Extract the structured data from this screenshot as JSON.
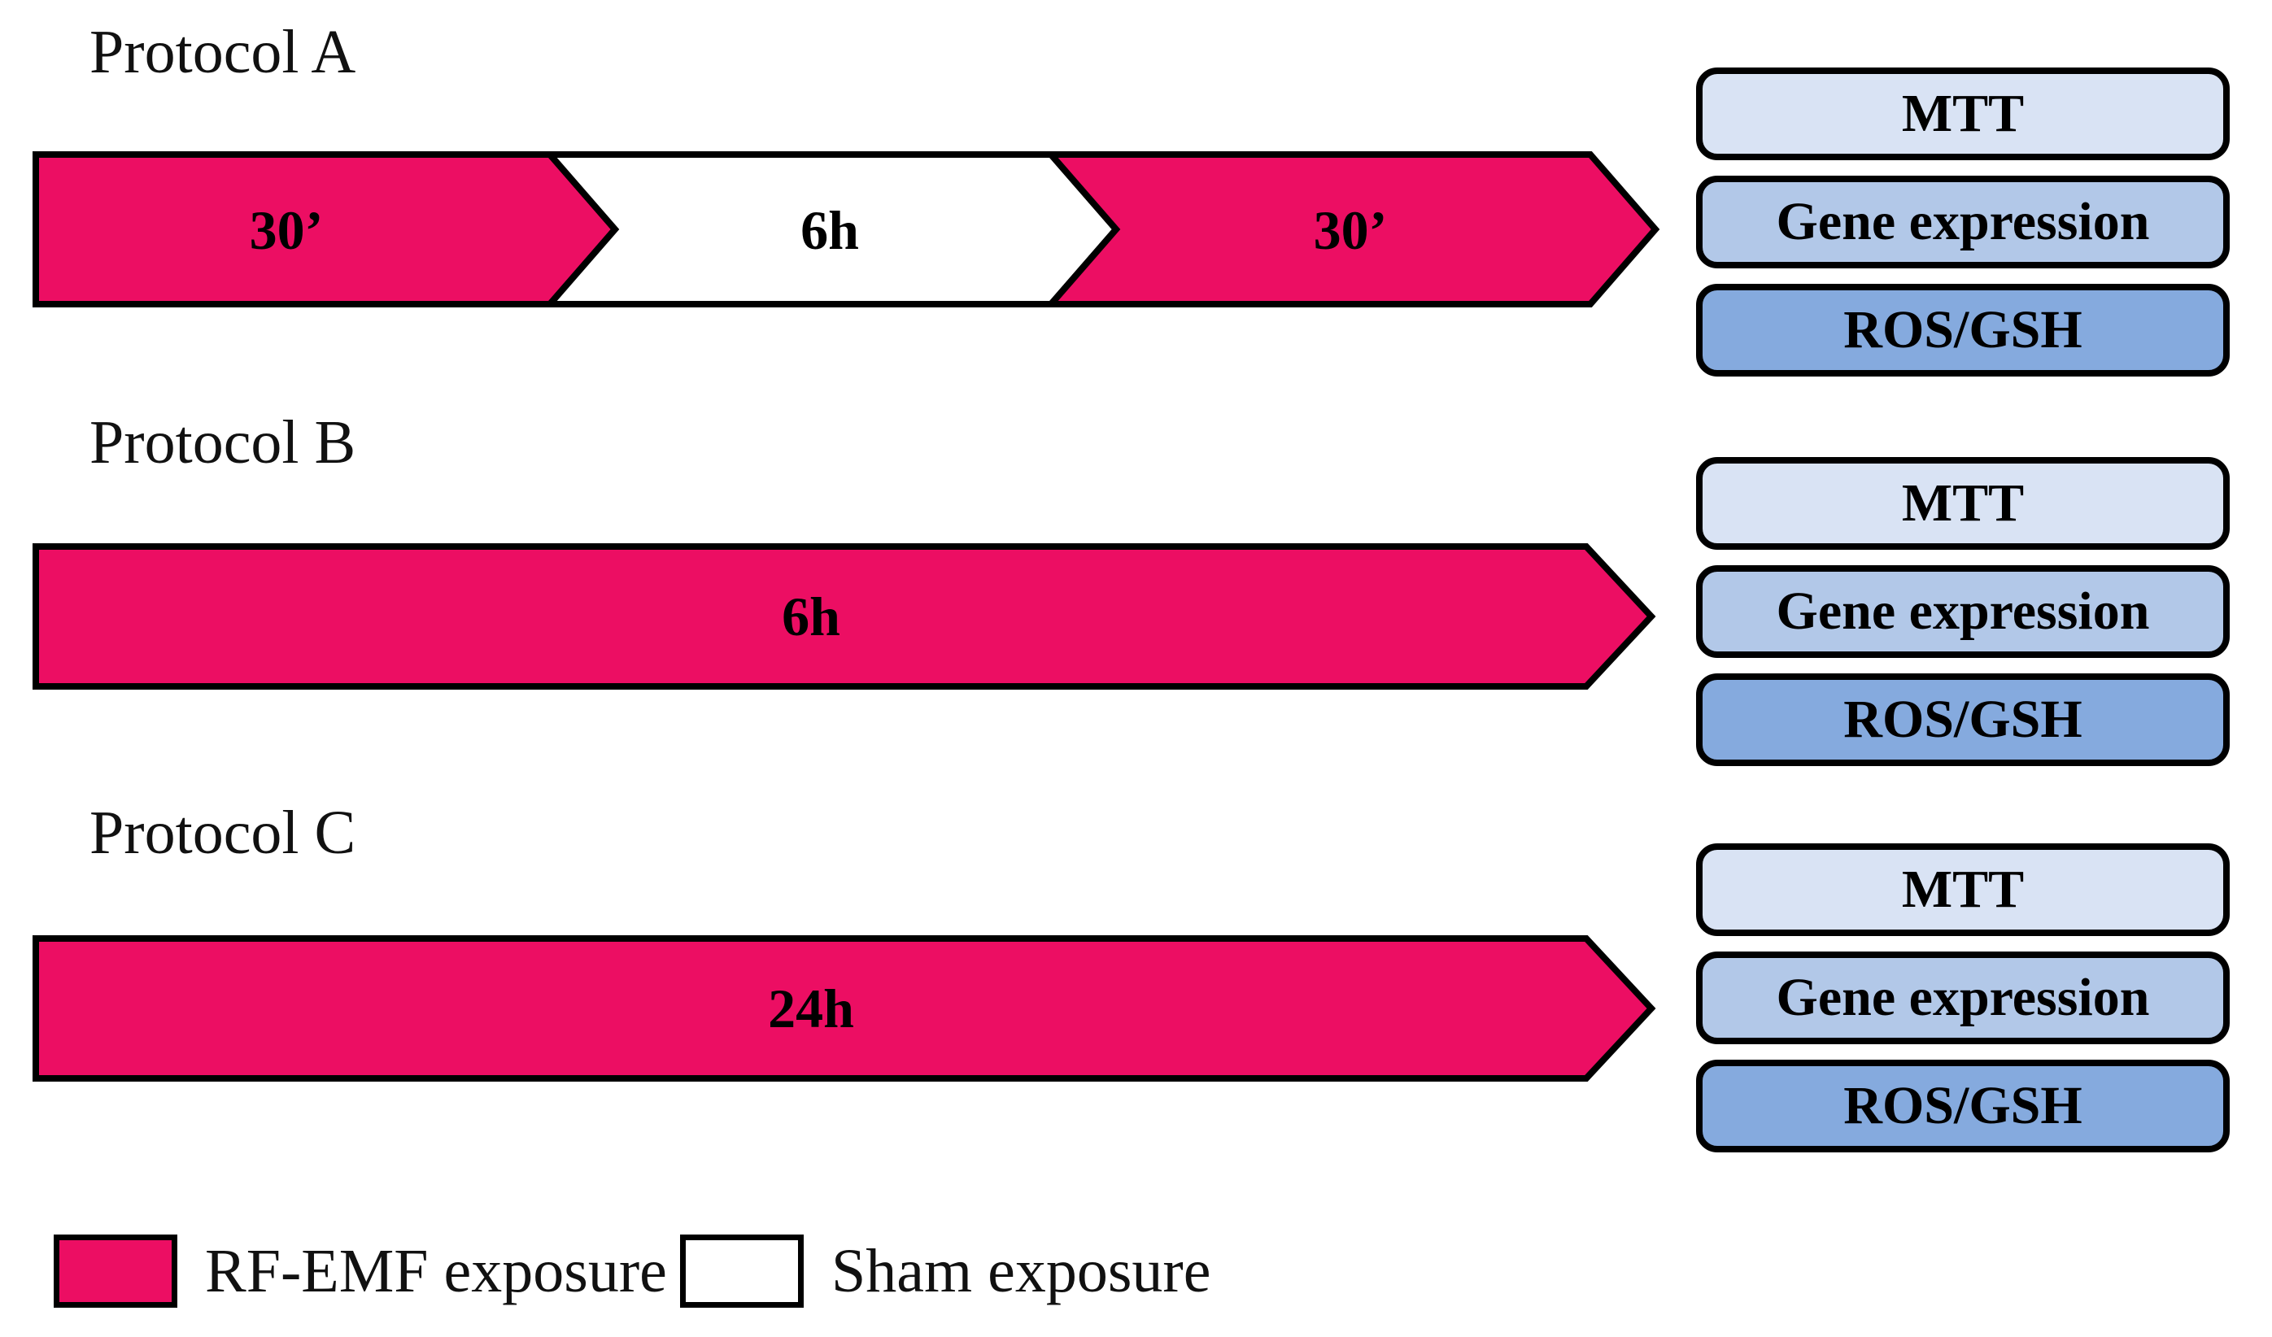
{
  "colors": {
    "rf_emf": "#EC0E63",
    "sham": "#FFFFFF",
    "outline": "#000000",
    "box_mtt": "#D9E3F4",
    "box_gene": "#B2C8E8",
    "box_ros": "#85AADE"
  },
  "protocols": [
    {
      "label": "Protocol A",
      "segments": [
        {
          "label": "30’",
          "type": "rf_emf"
        },
        {
          "label": "6h",
          "type": "sham"
        },
        {
          "label": "30’",
          "type": "rf_emf"
        }
      ],
      "assays": [
        "MTT",
        "Gene expression",
        "ROS/GSH"
      ]
    },
    {
      "label": "Protocol B",
      "segments": [
        {
          "label": "6h",
          "type": "rf_emf"
        }
      ],
      "assays": [
        "MTT",
        "Gene expression",
        "ROS/GSH"
      ]
    },
    {
      "label": "Protocol C",
      "segments": [
        {
          "label": "24h",
          "type": "rf_emf"
        }
      ],
      "assays": [
        "MTT",
        "Gene expression",
        "ROS/GSH"
      ]
    }
  ],
  "legend": [
    {
      "label": "RF-EMF exposure",
      "swatch": "rf_emf"
    },
    {
      "label": "Sham exposure",
      "swatch": "sham"
    }
  ]
}
